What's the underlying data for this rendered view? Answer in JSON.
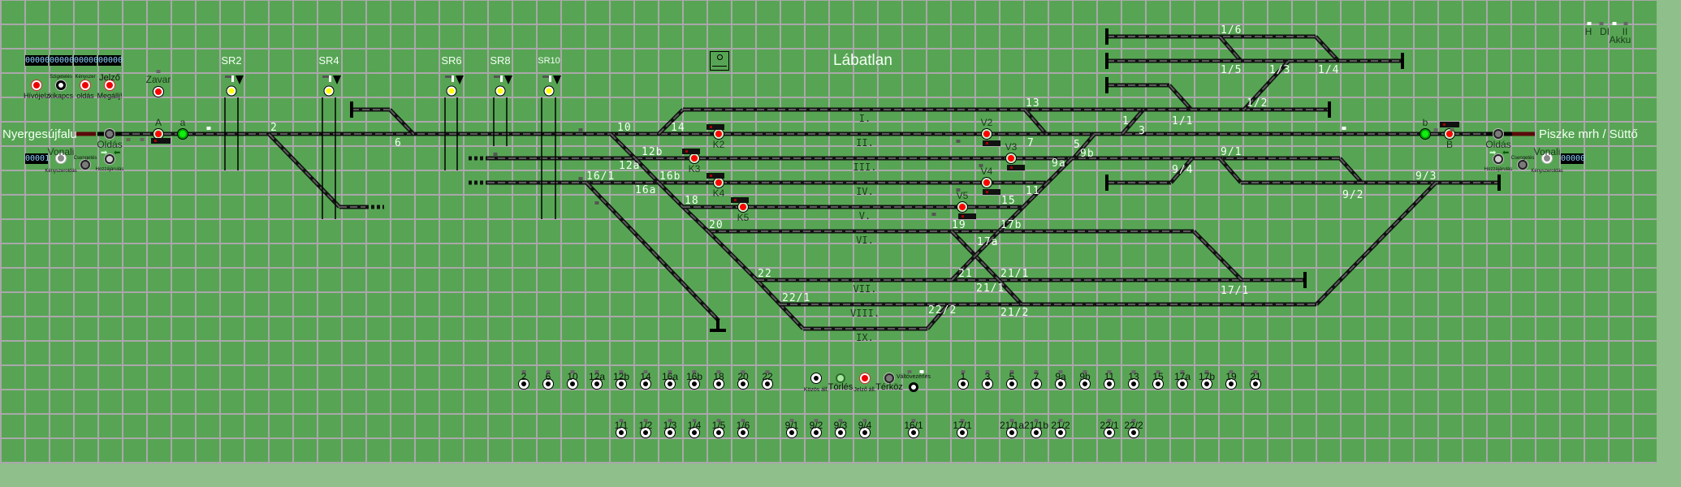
{
  "station": {
    "name": "Lábatlan",
    "left_destination": "Nyergesújfalu",
    "right_destination": "Piszke mrh / Süttő"
  },
  "counters": {
    "top": [
      "00000",
      "00000",
      "00000",
      "00000"
    ],
    "left_line": "00001",
    "right_line": "00000"
  },
  "left_panel": {
    "buttons": [
      {
        "top_label": "",
        "label": "Hívójelz"
      },
      {
        "top_label": "Szigetelés",
        "label": "kikapcs"
      },
      {
        "top_label": "Kényszer",
        "label": "oldás"
      },
      {
        "top_label": "Jelző",
        "label": "Megállj!"
      }
    ],
    "zavar": "Zavar",
    "oldas": "Oldás",
    "vonali": "Vonali",
    "vonali_sub": "Kényszeroldás",
    "csengetes": "Csengetés",
    "hozzajarulas": "Hozzájárulás"
  },
  "right_panel": {
    "oldas": "Oldás",
    "vonali": "Vonali",
    "vonali_sub": "Kényszeroldás",
    "csengetes": "Csengetés",
    "hozzajarulas": "Hozzájárulás"
  },
  "indicators": [
    "H",
    "DI",
    "II",
    "Akku"
  ],
  "sr_labels": [
    "SR2",
    "SR4",
    "SR6",
    "SR8",
    "SR10"
  ],
  "track_labels": [
    "I.",
    "II.",
    "III.",
    "IV.",
    "V.",
    "VI.",
    "VII.",
    "VIII.",
    "IX."
  ],
  "switch_labels": [
    "2",
    "6",
    "10",
    "14",
    "12b",
    "12a",
    "16/1",
    "16b",
    "16a",
    "18",
    "20",
    "22",
    "22/1",
    "22/2",
    "19",
    "17a",
    "21",
    "21/1",
    "21/1",
    "21/2",
    "13",
    "7",
    "15",
    "17b",
    "11",
    "9a",
    "9b",
    "5",
    "3",
    "1",
    "1/1",
    "1/2",
    "1/3",
    "1/4",
    "1/5",
    "1/6",
    "9/1",
    "9/2",
    "9/3",
    "9/4",
    "17/1"
  ],
  "signals": [
    {
      "name": "A",
      "aspect": "red"
    },
    {
      "name": "a",
      "aspect": "green"
    },
    {
      "name": "K2",
      "aspect": "red"
    },
    {
      "name": "K3",
      "aspect": "red"
    },
    {
      "name": "K4",
      "aspect": "red"
    },
    {
      "name": "K5",
      "aspect": "red"
    },
    {
      "name": "V2",
      "aspect": "red"
    },
    {
      "name": "V3",
      "aspect": "red"
    },
    {
      "name": "V4",
      "aspect": "red"
    },
    {
      "name": "V5",
      "aspect": "red"
    },
    {
      "name": "b",
      "aspect": "green"
    },
    {
      "name": "B",
      "aspect": "red"
    }
  ],
  "switch_buttons": {
    "row1_left": [
      "2",
      "6",
      "10",
      "12a",
      "12b",
      "14",
      "16a",
      "16b",
      "18",
      "20",
      "22"
    ],
    "row1_right": [
      "1",
      "3",
      "5",
      "7",
      "9a",
      "9b",
      "11",
      "13",
      "15",
      "17a",
      "17b",
      "19",
      "21"
    ],
    "row2": [
      "1/1",
      "1/2",
      "1/3",
      "1/4",
      "1/5",
      "1/6",
      "9/1",
      "9/2",
      "9/3",
      "9/4",
      "16/1",
      "17/1",
      "21/1a",
      "21/1b",
      "21/2",
      "22/1",
      "22/2"
    ]
  },
  "control_buttons": [
    {
      "label": "Közös áll.",
      "style": "bw"
    },
    {
      "label": "Törlés",
      "style": "lgreen"
    },
    {
      "label": "Jelző áll.",
      "style": "red"
    },
    {
      "label": "Térköz",
      "style": "grey"
    },
    {
      "label": "Váltóvezérlés",
      "style": "white"
    }
  ],
  "colors": {
    "background": "#57a554",
    "grid": "#aaa7aa",
    "track": "#111111",
    "track_dash": "#555555",
    "label": "#f4fff4"
  }
}
